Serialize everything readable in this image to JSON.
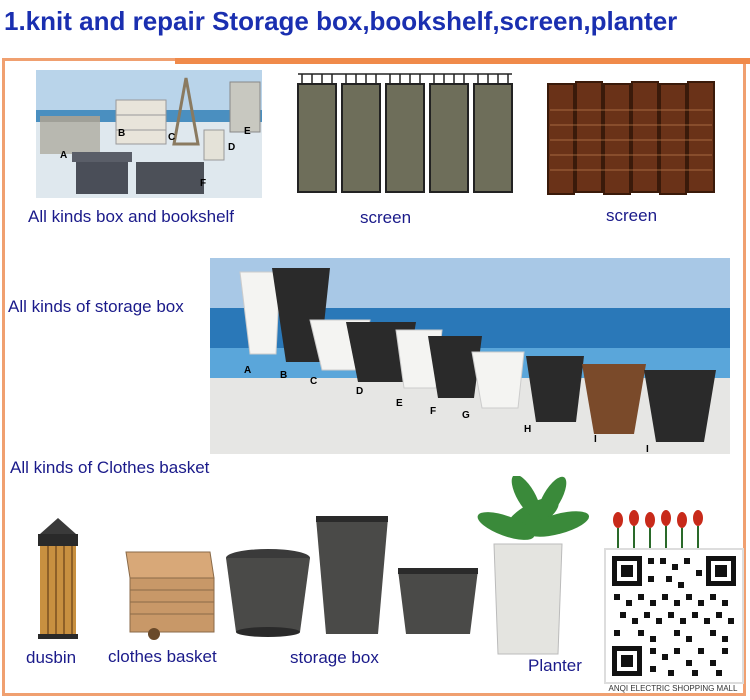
{
  "title": "1.knit and repair Storage box,bookshelf,screen,planter",
  "labels": {
    "box_bookshelf": "All kinds box and bookshelf",
    "screen1": "screen",
    "screen2": "screen",
    "storage_box": "All kinds of storage box",
    "clothes_basket_heading": "All kinds of Clothes basket",
    "dusbin": "dusbin",
    "clothes_basket": "clothes basket",
    "storage_box_small": "storage box",
    "planter": "Planter"
  },
  "row1_letters": [
    "A",
    "B",
    "C",
    "D",
    "E",
    "F"
  ],
  "pot_letters": [
    "A",
    "B",
    "C",
    "D",
    "E",
    "F",
    "G",
    "H",
    "I",
    "I"
  ],
  "qr_caption": "ANQI ELECTRIC SHOPPING MALL",
  "colors": {
    "title": "#1a2fb0",
    "label": "#1a1a8a",
    "frame": "#f0a070"
  }
}
